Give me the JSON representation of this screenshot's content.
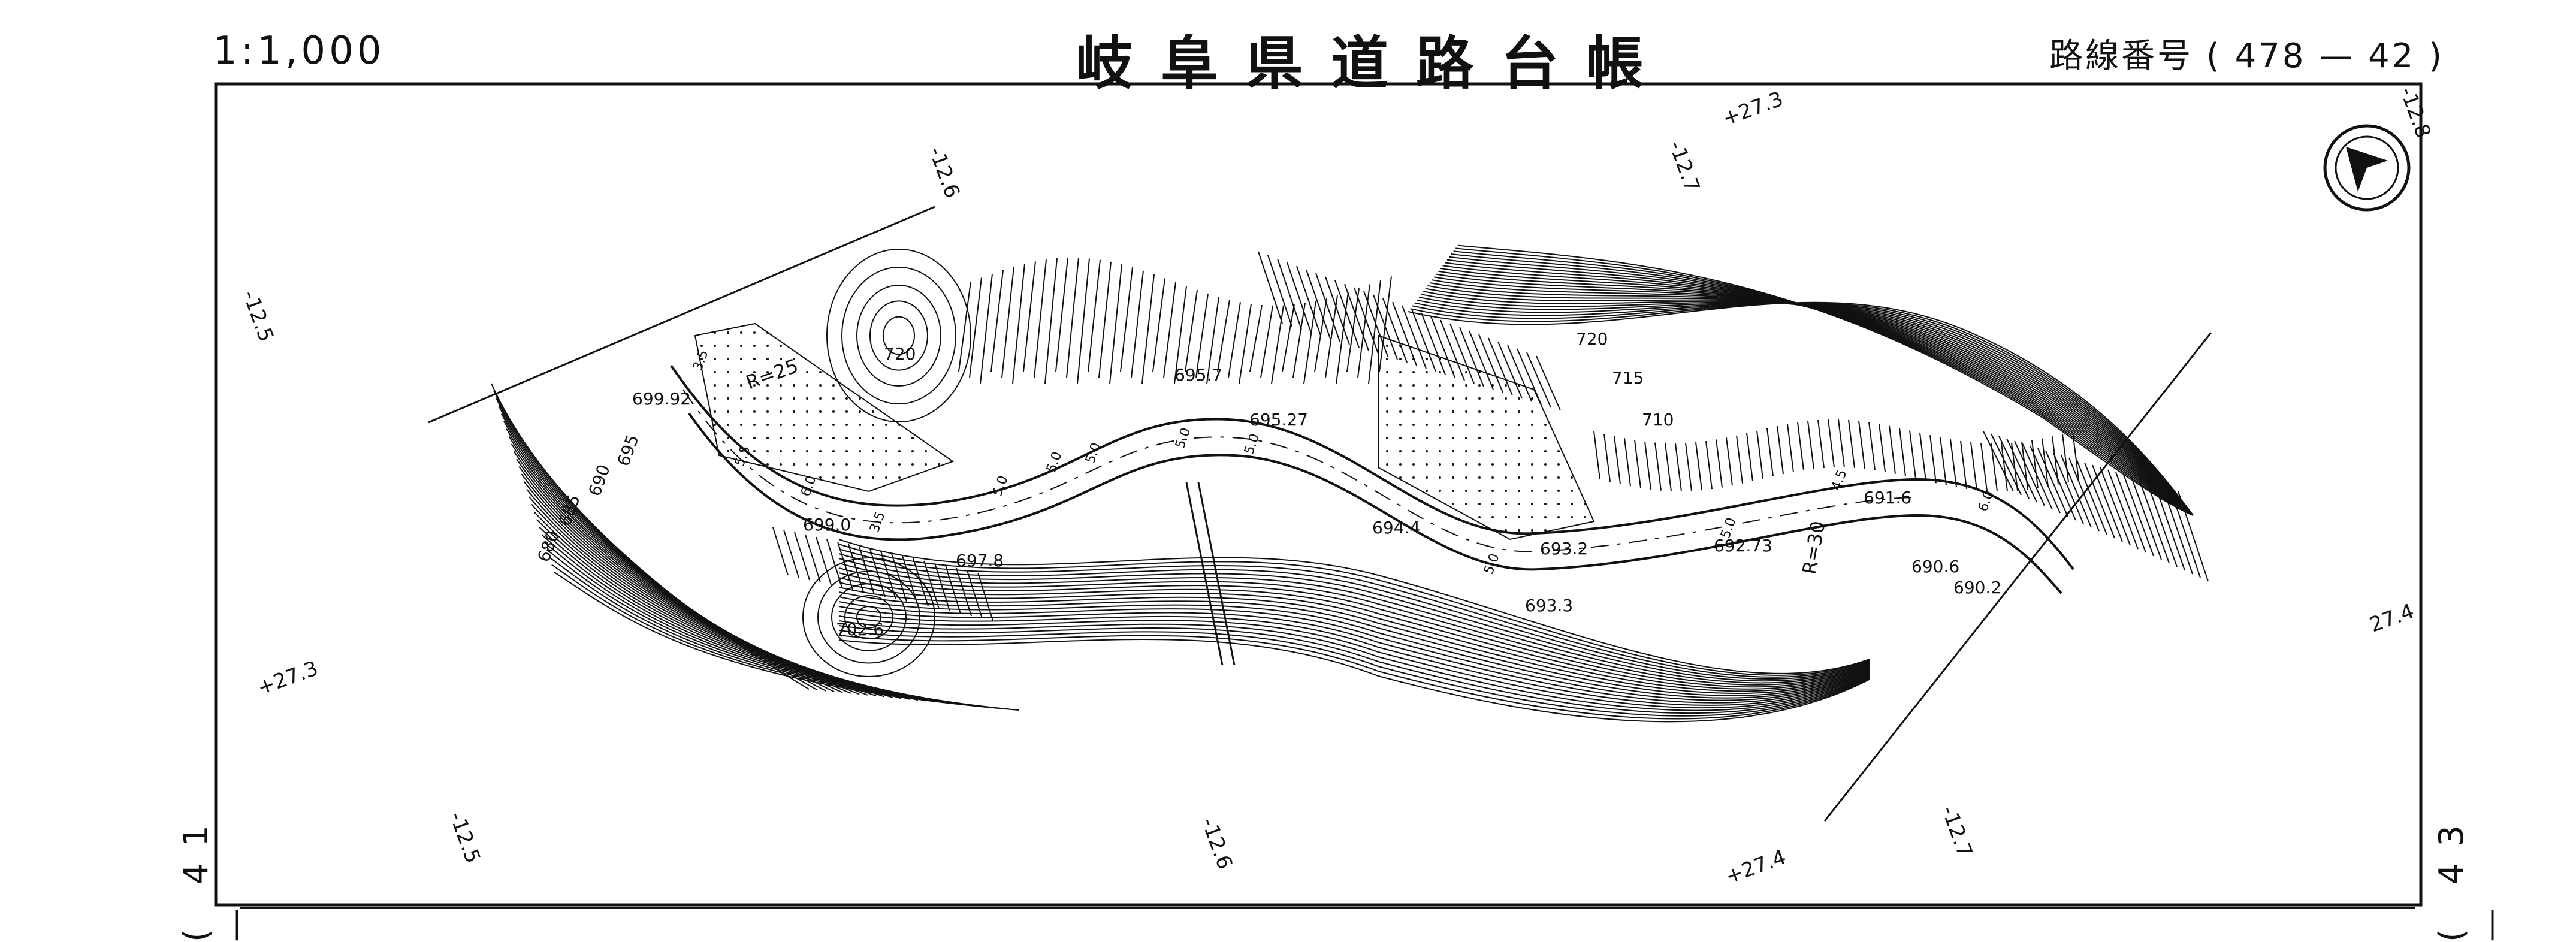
{
  "header": {
    "scale": "1:1,000",
    "title": "岐阜県道路台帳",
    "route_number": "路線番号 ( 478 — 42 )"
  },
  "adjacent_sheets": {
    "left": "( 41 —",
    "right": "( 43 —"
  },
  "map": {
    "north_arrow_icon": "north-arrow-icon",
    "grid_labels": [
      "-12.5",
      "-12.6",
      "-12.7",
      "-12.8",
      "+27.3",
      "+27.3",
      "27.4",
      "-12.5",
      "-12.6",
      "-12.7",
      "+27.4"
    ],
    "contour_labels": [
      "720",
      "720",
      "715",
      "710",
      "695",
      "690",
      "685",
      "680"
    ],
    "spot_elevations": [
      "699.92",
      "695.7",
      "695.27",
      "699.0",
      "697.8",
      "702.6",
      "694.4",
      "693.2",
      "692.73",
      "691.6",
      "690.6",
      "690.2",
      "693.3"
    ],
    "curve_labels": [
      "R=25",
      "R=30"
    ],
    "width_labels": [
      "3.5",
      "3.5",
      "5.0",
      "5.0",
      "5.0",
      "5.0",
      "5.0",
      "5.0",
      "5.0",
      "4.5",
      "6.0",
      "6.0",
      "5.5"
    ]
  },
  "colors": {
    "ink": "#111111",
    "paper": "#ffffff"
  }
}
